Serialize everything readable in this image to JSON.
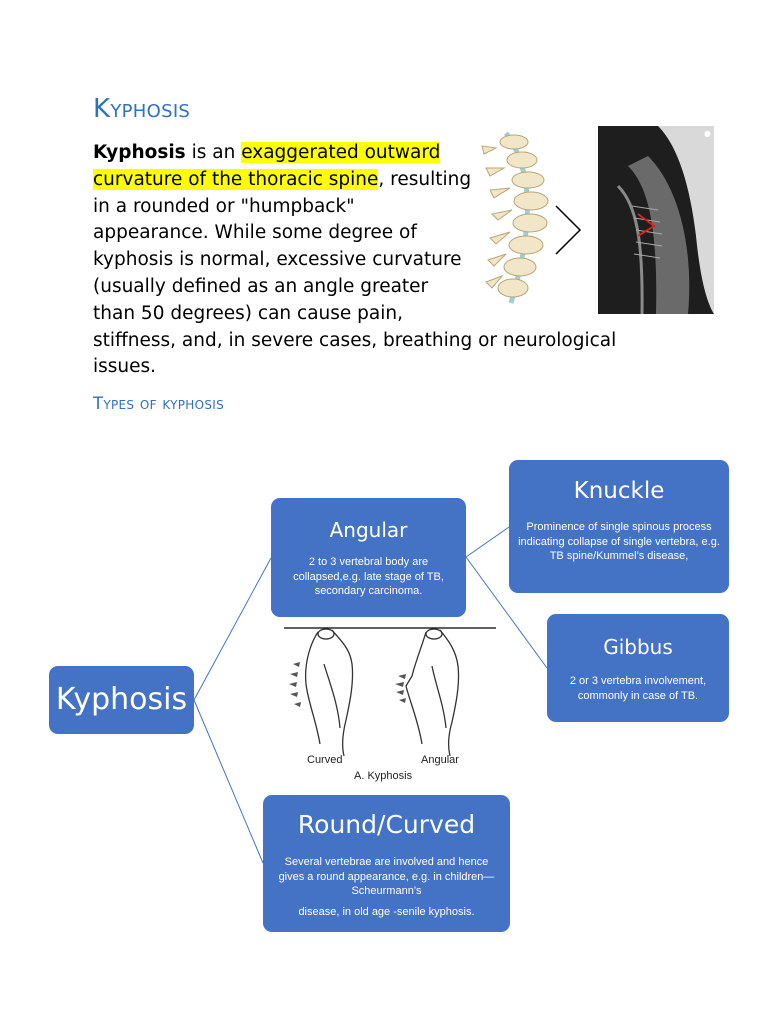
{
  "heading": "Kyphosis",
  "intro": {
    "term": "Kyphosis",
    "after_term": " is an ",
    "highlight": "exaggerated outward curvature of the thoracic spine",
    "rest_narrow": ", resulting in a rounded or \"humpback\" appearance. While some degree of kyphosis is normal, excessive curvature (usually defined as an angle greater than 50 degrees) can cause pain,",
    "rest_wide": "stiffness, and, in severe cases, breathing or neurological issues."
  },
  "subheading": "Types of kyphosis",
  "diagram": {
    "root": "Kyphosis",
    "angular": {
      "title": "Angular",
      "desc": "2 to 3 vertebral body are collapsed,e.g. late stage of TB, secondary carcinoma."
    },
    "knuckle": {
      "title": "Knuckle",
      "desc": "Prominence of single spinous process indicating collapse of single vertebra, e.g. TB spine/Kummel’s disease,"
    },
    "gibbus": {
      "title": "Gibbus",
      "desc": "2 or 3 vertebra involvement, commonly in case of TB."
    },
    "round": {
      "title": "Round/Curved",
      "desc1": "Several vertebrae are involved and hence gives a round appearance, e.g. in children—Scheurmann’s",
      "desc2": "disease, in old age -senile kyphosis."
    }
  },
  "sketch": {
    "label_left": "Curved",
    "label_right": "Angular",
    "caption": "A. Kyphosis"
  },
  "colors": {
    "heading": "#2f6fc4",
    "box": "#4472c4",
    "highlight": "#ffff00"
  }
}
